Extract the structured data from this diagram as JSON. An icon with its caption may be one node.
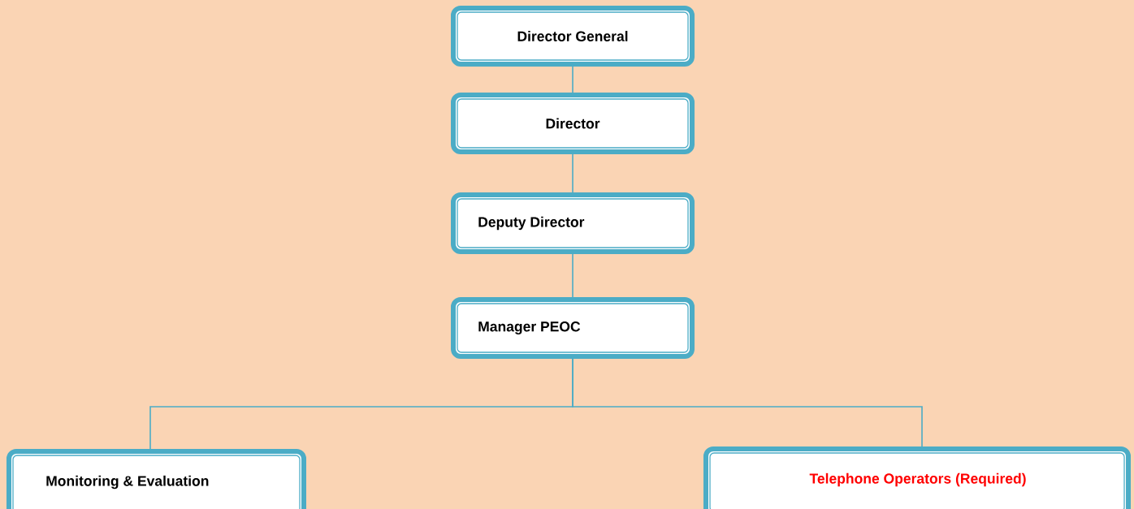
{
  "diagram": {
    "nodes": [
      {
        "text": [
          "Director General"
        ]
      },
      {
        "text": [
          "Director"
        ]
      },
      {
        "text": [
          "Deputy Director"
        ]
      },
      {
        "text": [
          "Manager PEOC"
        ]
      },
      {
        "text": [
          "Monitoring & Evaluation"
        ]
      },
      {
        "text": [
          "Telephone Operators (Required)"
        ]
      }
    ],
    "edges": [
      {
        "from": 0,
        "to": 1,
        "arrow": "none"
      },
      {
        "from": 1,
        "to": 2,
        "arrow": "none"
      },
      {
        "from": 2,
        "to": 3,
        "arrow": "none"
      },
      {
        "from": 3,
        "to": 4,
        "arrow": "none"
      },
      {
        "from": 3,
        "to": 5,
        "arrow": "none"
      }
    ]
  }
}
